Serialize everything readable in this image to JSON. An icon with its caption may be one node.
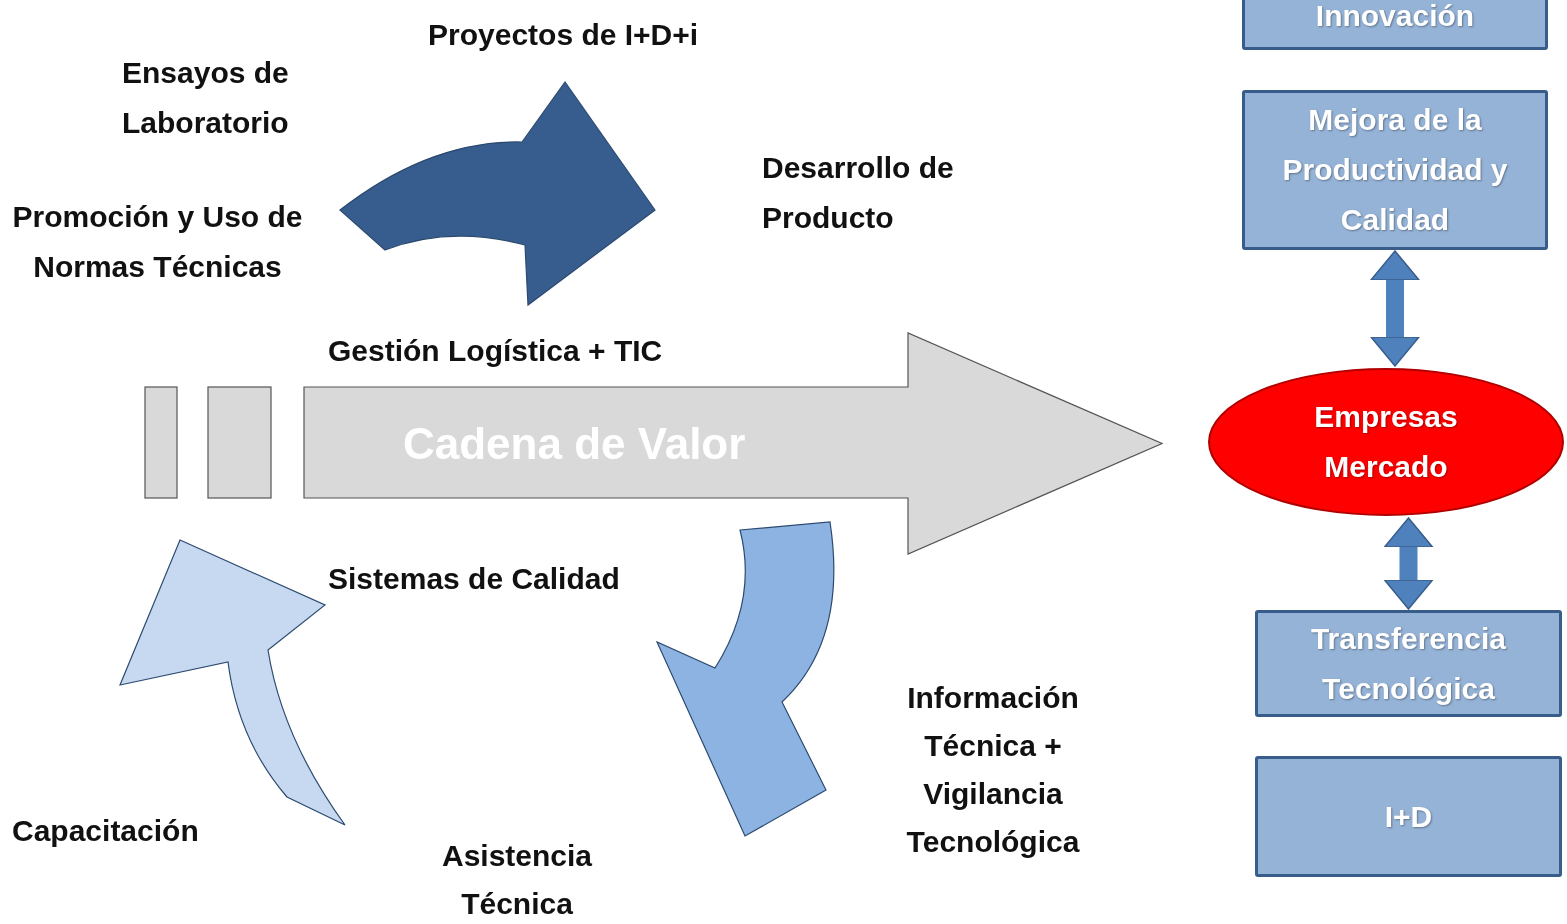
{
  "diagram": {
    "nodes": [
      {
        "text": [
          "Innovación"
        ]
      },
      {
        "text": [
          "Mejora de la Productividad y Calidad"
        ]
      },
      {
        "text": [
          "Empresas Mercado"
        ]
      },
      {
        "text": [
          "Transferencia Tecnológica"
        ]
      },
      {
        "text": [
          "I+D"
        ]
      },
      {
        "text": [
          "Cadena de Valor"
        ]
      }
    ],
    "edges": [
      {
        "from": 1,
        "to": 2,
        "arrow": "both"
      },
      {
        "from": 2,
        "to": 3,
        "arrow": "both"
      }
    ],
    "labels": [
      "Proyectos de I+D+i",
      "Ensayos de Laboratorio",
      "Desarrollo de Producto",
      "Promoción y Uso de Normas Técnicas",
      "Gestión Logística + TIC",
      "Sistemas de Calidad",
      "Información Técnica + Vigilancia Tecnológica",
      "Capacitación",
      "Asistencia Técnica"
    ]
  }
}
